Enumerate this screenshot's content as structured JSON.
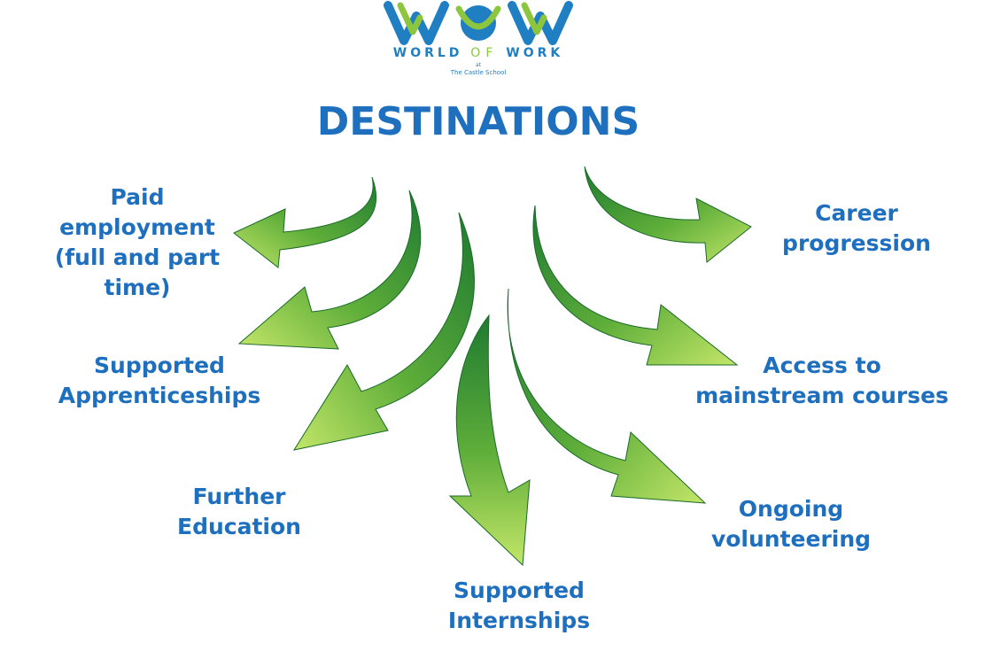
{
  "logo": {
    "letters": "WOW",
    "wordmark_world": "WORLD",
    "wordmark_of": "OF",
    "wordmark_work": "WORK",
    "at": "at",
    "school": "The Castle School",
    "colors": {
      "blue": "#1f7fc2",
      "green": "#8cc63f"
    }
  },
  "title": "DESTINATIONS",
  "destinations": [
    {
      "id": "paid-employment",
      "lines": [
        "Paid",
        "employment",
        "(full and part",
        "time)"
      ]
    },
    {
      "id": "supported-apprenticeships",
      "lines": [
        "Supported",
        "Apprenticeships"
      ]
    },
    {
      "id": "further-education",
      "lines": [
        "Further",
        "Education"
      ]
    },
    {
      "id": "supported-internships",
      "lines": [
        "Supported",
        "Internships"
      ]
    },
    {
      "id": "ongoing-volunteering",
      "lines": [
        "Ongoing",
        "volunteering"
      ]
    },
    {
      "id": "access-mainstream",
      "lines": [
        "Access to",
        "mainstream courses"
      ]
    },
    {
      "id": "career-progression",
      "lines": [
        "Career",
        "progression"
      ]
    }
  ],
  "colors": {
    "text": "#1f6fbf",
    "arrow_dark": "#1e7a30",
    "arrow_light": "#b8e05a"
  }
}
